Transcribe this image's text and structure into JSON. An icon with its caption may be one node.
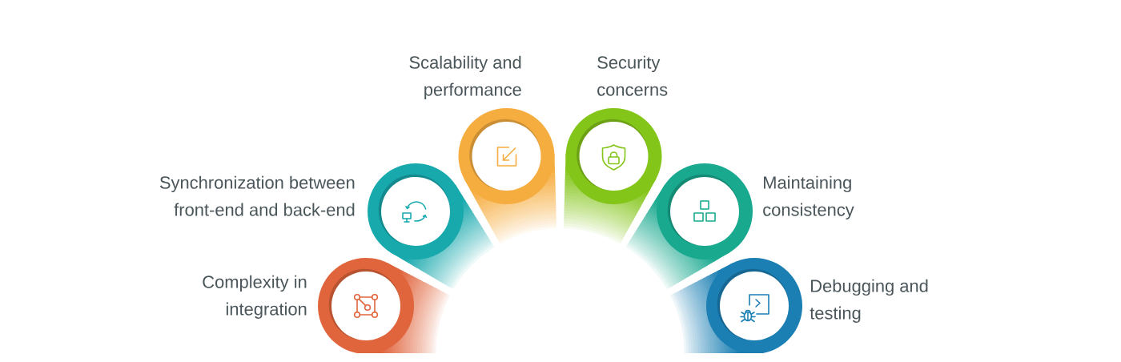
{
  "diagram": {
    "nodes": [
      {
        "text": [
          "Complexity in integration"
        ]
      },
      {
        "text": [
          "Synchronization between front-end and back-end"
        ]
      },
      {
        "text": [
          "Scalability and performance"
        ]
      },
      {
        "text": [
          "Security concerns"
        ]
      },
      {
        "text": [
          "Maintaining consistency"
        ]
      },
      {
        "text": [
          "Debugging and testing"
        ]
      }
    ]
  }
}
